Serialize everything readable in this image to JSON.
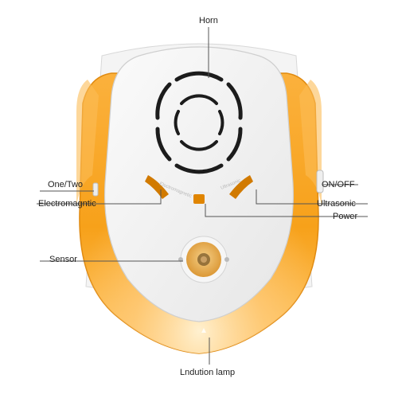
{
  "product": {
    "body_color": "#f0f0f0",
    "shell_color": "#f7a11a",
    "shell_glow_color": "#ffd089",
    "sensor_color": "#e3a94c"
  },
  "callouts": {
    "horn": "Horn",
    "one_two": "One/Two",
    "electromagnetic": "Electromagntic",
    "sensor": "Sensor",
    "lamp": "Lndution lamp",
    "on_off": "ON/OFF",
    "ultrasonic": "Ultrasonic",
    "power": "Power"
  },
  "device_print": {
    "left_slot_label": "Electromagnetic",
    "right_slot_label": "Ultrasonic"
  }
}
